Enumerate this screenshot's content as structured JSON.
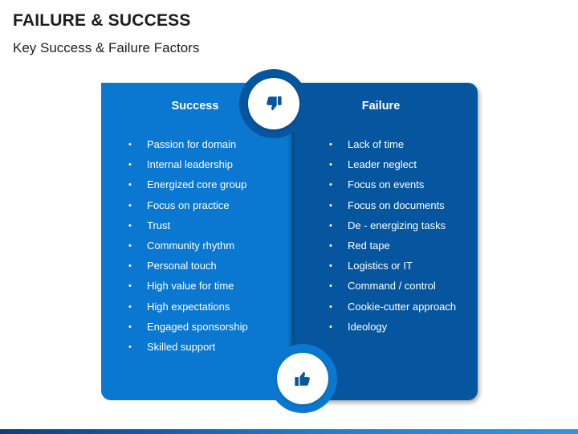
{
  "header": {
    "title": "FAILURE & SUCCESS",
    "subtitle": "Key Success & Failure Factors"
  },
  "success": {
    "heading": "Success",
    "items": [
      "Passion for domain",
      "Internal leadership",
      "Energized core group",
      "Focus on practice",
      "Trust",
      "Community rhythm",
      "Personal touch",
      "High value for time",
      "High expectations",
      "Engaged sponsorship",
      "Skilled support"
    ]
  },
  "failure": {
    "heading": "Failure",
    "items": [
      "Lack of time",
      "Leader neglect",
      "Focus on events",
      "Focus on documents",
      "De - energizing tasks",
      "Red tape",
      "Logistics or IT",
      "Command / control",
      "Cookie-cutter approach",
      "Ideology"
    ]
  },
  "icons": {
    "top": "thumbs-down-icon",
    "bottom": "thumbs-up-icon"
  },
  "colors": {
    "success_panel": "#0a78d0",
    "failure_panel": "#05569e",
    "icon_fill": "#05569e",
    "text_dark": "#1c1c1c"
  }
}
